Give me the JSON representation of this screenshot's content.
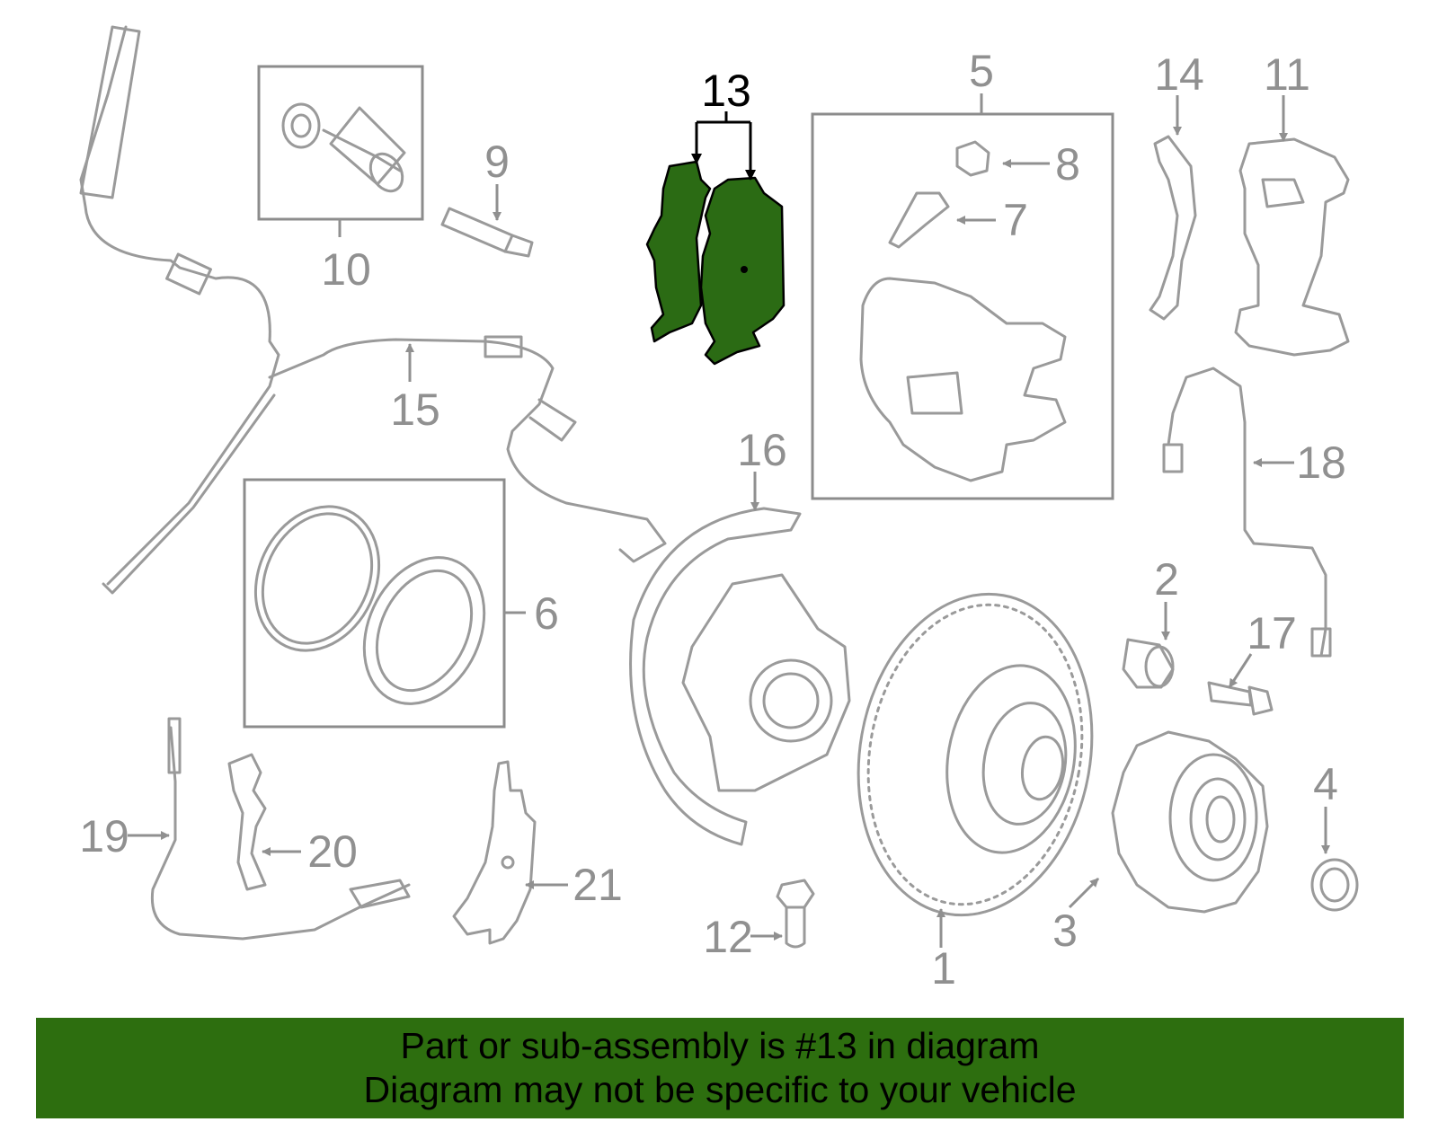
{
  "highlight_color": "#2d6e0f",
  "highlighted_part": "13",
  "callouts": [
    "1",
    "2",
    "3",
    "4",
    "5",
    "6",
    "7",
    "8",
    "9",
    "10",
    "11",
    "12",
    "13",
    "14",
    "15",
    "16",
    "17",
    "18",
    "19",
    "20",
    "21"
  ],
  "banner": {
    "line1": "Part or sub-assembly is #13 in diagram",
    "line2": "Diagram may not be specific to your vehicle"
  }
}
